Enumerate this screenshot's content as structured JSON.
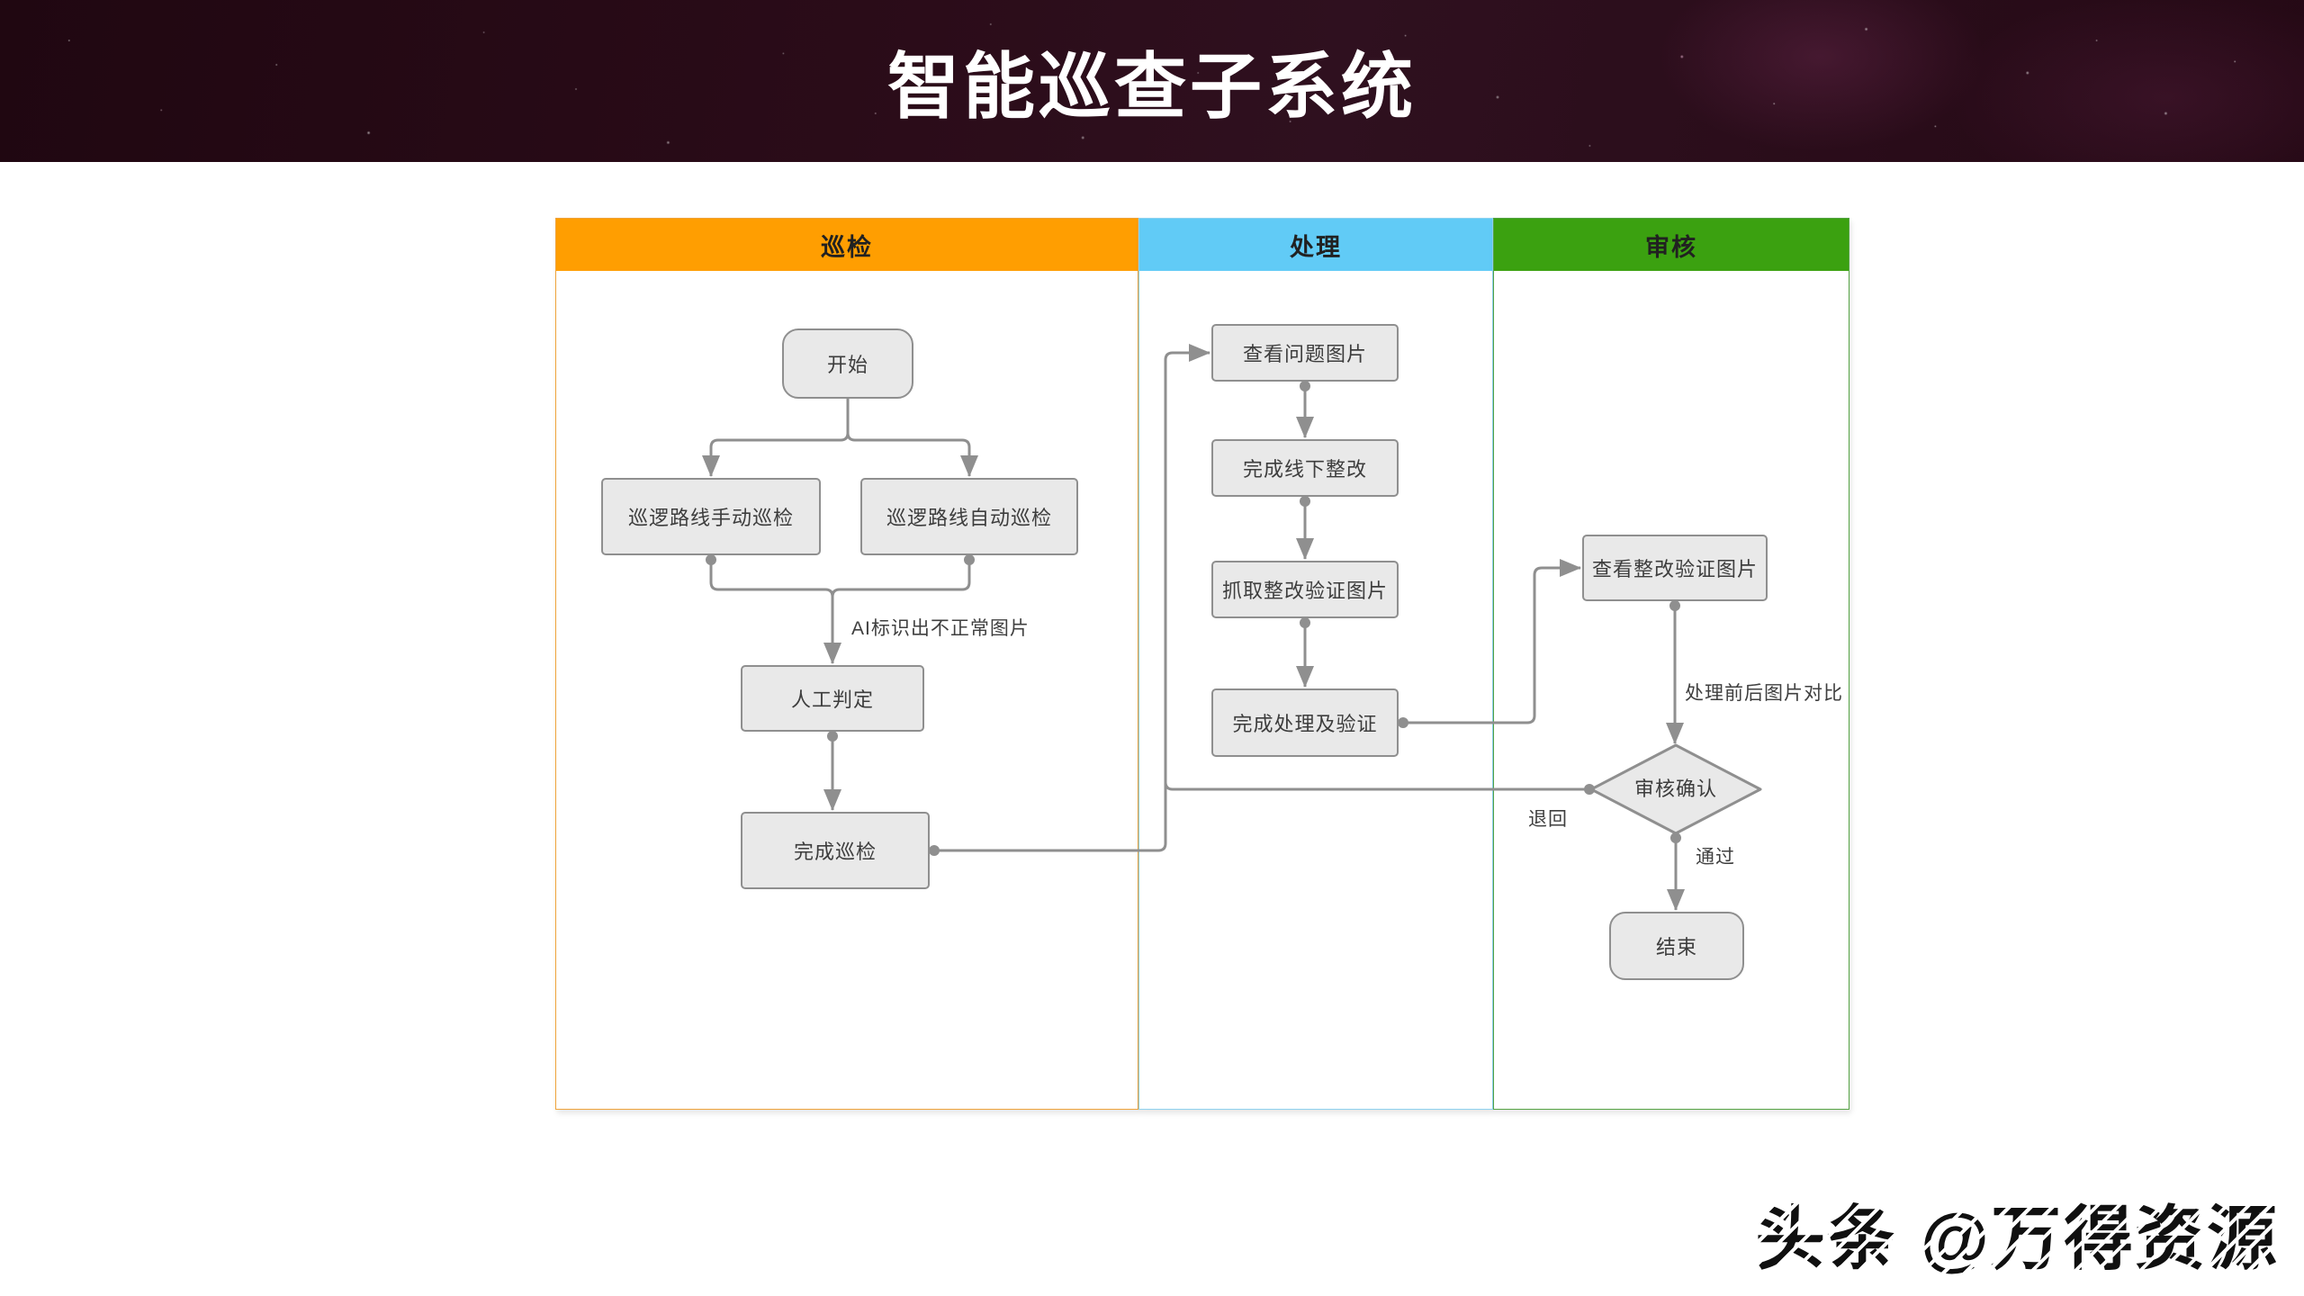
{
  "page": {
    "title": "智能巡查子系统",
    "watermark": "头条 @万得资源",
    "header_background": "#2b0c19",
    "line_color": "#8F8F8F"
  },
  "swimlanes": [
    {
      "label": "巡检",
      "color": "#FF9E01"
    },
    {
      "label": "处理",
      "color": "#61CBF6"
    },
    {
      "label": "审核",
      "color": "#3BA110"
    }
  ],
  "nodes": [
    {
      "id": "start",
      "lane": "巡检",
      "shape": "rounded",
      "label": "开始"
    },
    {
      "id": "manual-patrol",
      "lane": "巡检",
      "shape": "rect",
      "label": "巡逻路线手动巡检"
    },
    {
      "id": "auto-patrol",
      "lane": "巡检",
      "shape": "rect",
      "label": "巡逻路线自动巡检"
    },
    {
      "id": "manual-judge",
      "lane": "巡检",
      "shape": "rect",
      "label": "人工判定"
    },
    {
      "id": "finish-inspection",
      "lane": "巡检",
      "shape": "rect",
      "label": "完成巡检"
    },
    {
      "id": "view-problem-pictures",
      "lane": "处理",
      "shape": "rect",
      "label": "查看问题图片"
    },
    {
      "id": "offline-rectification",
      "lane": "处理",
      "shape": "rect",
      "label": "完成线下整改"
    },
    {
      "id": "capture-verification-pictures",
      "lane": "处理",
      "shape": "rect",
      "label": "抓取整改验证图片"
    },
    {
      "id": "finish-processing-verification",
      "lane": "处理",
      "shape": "rect",
      "label": "完成处理及验证"
    },
    {
      "id": "view-rectification-pictures",
      "lane": "审核",
      "shape": "rect",
      "label": "查看整改验证图片"
    },
    {
      "id": "review-confirm",
      "lane": "审核",
      "shape": "diamond",
      "label": "审核确认"
    },
    {
      "id": "end",
      "lane": "审核",
      "shape": "rounded",
      "label": "结束"
    }
  ],
  "edge_labels": [
    {
      "id": "ai-flag",
      "text": "AI标识出不正常图片"
    },
    {
      "id": "compare",
      "text": "处理前后图片对比"
    },
    {
      "id": "return",
      "text": "退回"
    },
    {
      "id": "pass",
      "text": "通过"
    }
  ],
  "edges": [
    {
      "from": "start",
      "to": "manual-patrol"
    },
    {
      "from": "start",
      "to": "auto-patrol"
    },
    {
      "from": "manual-patrol",
      "to": "manual-judge",
      "label": "AI标识出不正常图片"
    },
    {
      "from": "auto-patrol",
      "to": "manual-judge",
      "label": "AI标识出不正常图片"
    },
    {
      "from": "manual-judge",
      "to": "finish-inspection"
    },
    {
      "from": "finish-inspection",
      "to": "view-problem-pictures"
    },
    {
      "from": "view-problem-pictures",
      "to": "offline-rectification"
    },
    {
      "from": "offline-rectification",
      "to": "capture-verification-pictures"
    },
    {
      "from": "capture-verification-pictures",
      "to": "finish-processing-verification"
    },
    {
      "from": "finish-processing-verification",
      "to": "view-rectification-pictures"
    },
    {
      "from": "view-rectification-pictures",
      "to": "review-confirm",
      "label": "处理前后图片对比"
    },
    {
      "from": "review-confirm",
      "to": "view-problem-pictures",
      "label": "退回"
    },
    {
      "from": "review-confirm",
      "to": "end",
      "label": "通过"
    }
  ]
}
